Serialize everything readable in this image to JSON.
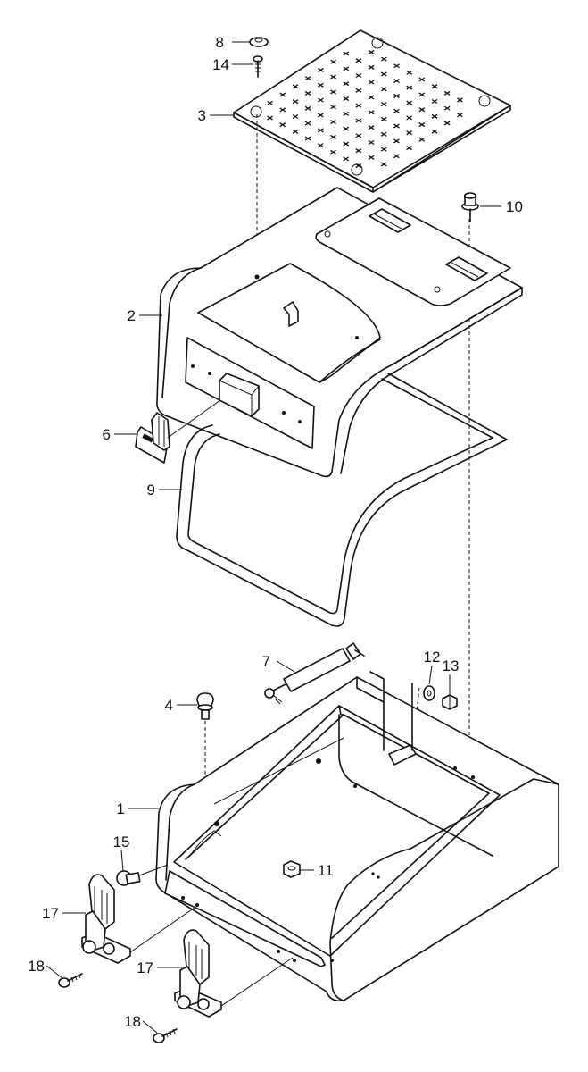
{
  "diagram": {
    "callouts": [
      {
        "id": "c8",
        "label": "8"
      },
      {
        "id": "c14",
        "label": "14"
      },
      {
        "id": "c3",
        "label": "3"
      },
      {
        "id": "c10",
        "label": "10"
      },
      {
        "id": "c2",
        "label": "2"
      },
      {
        "id": "c6",
        "label": "6"
      },
      {
        "id": "c9",
        "label": "9"
      },
      {
        "id": "c7",
        "label": "7"
      },
      {
        "id": "c12",
        "label": "12"
      },
      {
        "id": "c13",
        "label": "13"
      },
      {
        "id": "c4",
        "label": "4"
      },
      {
        "id": "c1",
        "label": "1"
      },
      {
        "id": "c15",
        "label": "15"
      },
      {
        "id": "c11",
        "label": "11"
      },
      {
        "id": "c17a",
        "label": "17"
      },
      {
        "id": "c17b",
        "label": "17"
      },
      {
        "id": "c18a",
        "label": "18"
      },
      {
        "id": "c18b",
        "label": "18"
      }
    ]
  }
}
